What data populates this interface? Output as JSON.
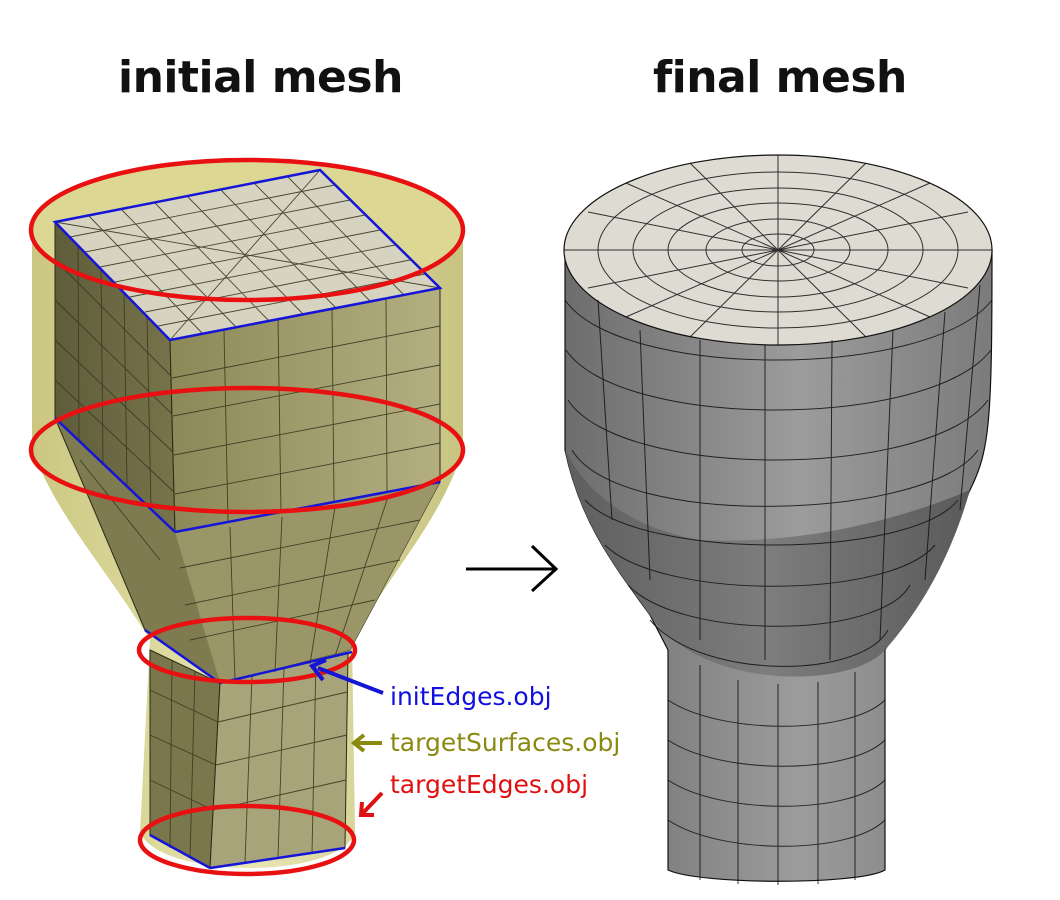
{
  "titles": {
    "left": "initial mesh",
    "right": "final mesh"
  },
  "legend": [
    {
      "label": "initEdges.obj",
      "color": "#1010e0"
    },
    {
      "label": "targetSurfaces.obj",
      "color": "#8a8a10"
    },
    {
      "label": "targetEdges.obj",
      "color": "#e01010"
    }
  ],
  "colors": {
    "target_surface_fill": "#dcd894",
    "initial_mesh_side": "#6f6c45",
    "initial_mesh_side_light": "#a6a274",
    "initial_mesh_top": "#d8d6c4",
    "final_mesh_side": "#7f7f7f",
    "final_mesh_side_light": "#a9a9a9",
    "final_mesh_top": "#dedbd3",
    "init_edges": "#1515d8",
    "target_edges": "#e81010",
    "arrow": "#000000"
  },
  "icons": {
    "transition": "right-arrow-icon"
  }
}
